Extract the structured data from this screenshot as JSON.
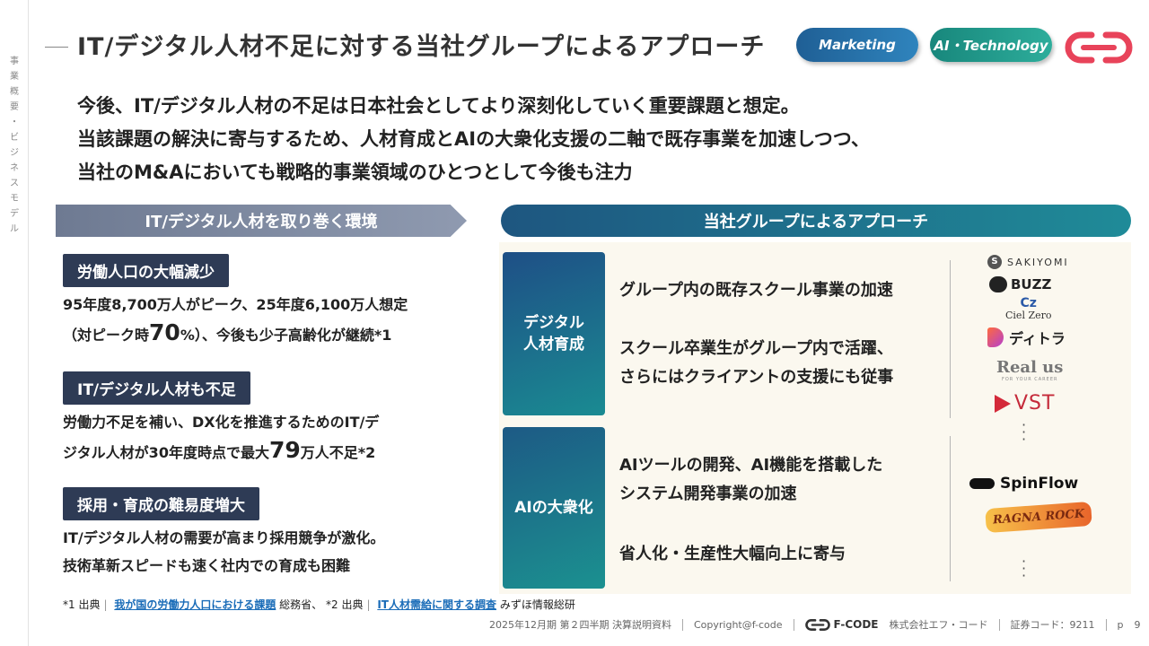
{
  "side": {
    "chars": [
      "事",
      "業",
      "概",
      "要",
      "・",
      "ビ",
      "ジ",
      "ネ",
      "ス",
      "モ",
      "デ",
      "ル"
    ]
  },
  "header": {
    "title": "IT/デジタル人材不足に対する当社グループによるアプローチ",
    "tags": [
      "Marketing",
      "AI・Technology"
    ],
    "colors": {
      "marketing": "#2a74ac",
      "ai_technology": "#1f9a8b",
      "logo": "#e8435a"
    }
  },
  "lead": [
    "今後、IT/デジタル人材の不足は日本社会としてより深刻化していく重要課題と想定。",
    "当該課題の解決に寄与するため、人材育成とAIの大衆化支援の二軸で既存事業を加速しつつ、",
    "当社のM&Aにおいても戦略的事業領域のひとつとして今後も注力"
  ],
  "environment": {
    "header": "IT/デジタル人材を取り巻く環境",
    "items": [
      {
        "label": "労働人口の大幅減少",
        "line1": "95年度8,700万人がピーク、25年度6,100万人想定",
        "line2_pre": "（対ピーク時",
        "line2_big": "70",
        "line2_post": "%）、今後も少子高齢化が継続*1"
      },
      {
        "label": "IT/デジタル人材も不足",
        "line1": "労働力不足を補い、DX化を推進するためのIT/デ",
        "line2_pre": "ジタル人材が30年度時点で最大",
        "line2_big": "79",
        "line2_post": "万人不足*2"
      },
      {
        "label": "採用・育成の難易度増大",
        "line1": "IT/デジタル人材の需要が高まり採用競争が激化。",
        "line2_pre": "技術革新スピードも速く社内での育成も困難",
        "line2_big": "",
        "line2_post": ""
      }
    ]
  },
  "footnote": {
    "n1": "*1 出典",
    "link1": "我が国の労働力人口における課題",
    "src1": "総務省、",
    "n2": "*2 出典",
    "link2": "IT人材需給に関する調査",
    "src2": "みずほ情報総研"
  },
  "approach": {
    "header": "当社グループによるアプローチ",
    "rows": [
      {
        "pill_lines": [
          "デジタル",
          "人材育成"
        ],
        "text1": "グループ内の既存スクール事業の加速",
        "text2_lines": [
          "スクール卒業生がグループ内で活躍、",
          "さらにはクライアントの支援にも従事"
        ]
      },
      {
        "pill_lines": [
          "AIの大衆化"
        ],
        "text1_lines": [
          "AIツールの開発、AI機能を搭載した",
          "システム開発事業の加速"
        ],
        "text2": "省人化・生産性大幅向上に寄与"
      }
    ],
    "brands": {
      "sakiyomi": "SAKIYOMI",
      "buzz": "BUZZ",
      "cielzero": "Ciel Zero",
      "ditora": "ディトラ",
      "realus": "Real us",
      "realus_sub": "FOR YOUR CAREER",
      "vst": "VST",
      "spinflow": "SpinFlow",
      "ragnarock": "RAGNA ROCK"
    }
  },
  "footer": {
    "doc": "2025年12月期 第２四半期 決算説明資料",
    "copyright": "Copyright@f-code",
    "brand": "F-CODE",
    "company": "株式会社エフ・コード",
    "code": "証券コード：9211",
    "page_label": "p",
    "page": "9"
  }
}
